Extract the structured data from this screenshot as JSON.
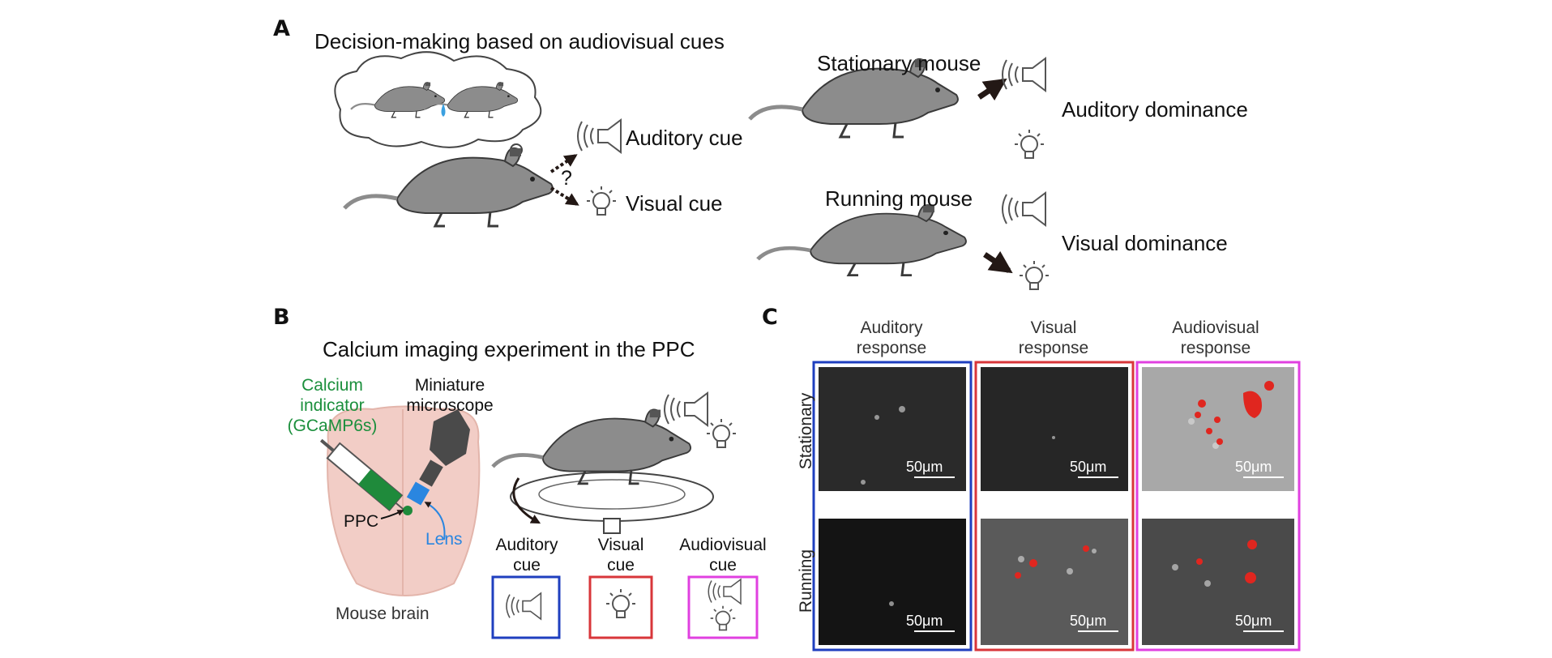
{
  "panels": {
    "a": {
      "label": "A",
      "title": "Decision-making based on audiovisual cues",
      "question_mark": "?",
      "auditory_cue": "Auditory cue",
      "visual_cue": "Visual cue",
      "stationary_mouse": "Stationary mouse",
      "auditory_dominance": "Auditory dominance",
      "running_mouse": "Running mouse",
      "visual_dominance": "Visual dominance"
    },
    "b": {
      "label": "B",
      "title": "Calcium imaging experiment in the PPC",
      "calcium_indicator": [
        "Calcium",
        "indicator",
        "(GCaMP6s)"
      ],
      "miniature_microscope": [
        "Miniature",
        "microscope"
      ],
      "ppc": "PPC",
      "lens": "Lens",
      "mouse_brain": "Mouse brain",
      "cue_boxes": [
        {
          "lines": [
            "Auditory",
            "cue"
          ],
          "color": "#1f3fbf"
        },
        {
          "lines": [
            "Visual",
            "cue"
          ],
          "color": "#d8363a"
        },
        {
          "lines": [
            "Audiovisual",
            "cue"
          ],
          "color": "#e040e0"
        }
      ]
    },
    "c": {
      "label": "C",
      "columns": [
        {
          "lines": [
            "Auditory",
            "response"
          ],
          "color": "#1f3fbf"
        },
        {
          "lines": [
            "Visual",
            "response"
          ],
          "color": "#d8363a"
        },
        {
          "lines": [
            "Audiovisual",
            "response"
          ],
          "color": "#e040e0"
        }
      ],
      "rows": [
        "Stationary",
        "Running"
      ],
      "scale_bar": "50μm"
    }
  },
  "colors": {
    "mouse": "#8c8c8c",
    "mouse_outline": "#3a3a3a",
    "arrow": "#231815",
    "brain": "#f2cdc6",
    "injector": "#1f8a3b",
    "lens": "#2a86e0",
    "microscope": "#4a4a4a",
    "active_cell": "#e0261f"
  }
}
